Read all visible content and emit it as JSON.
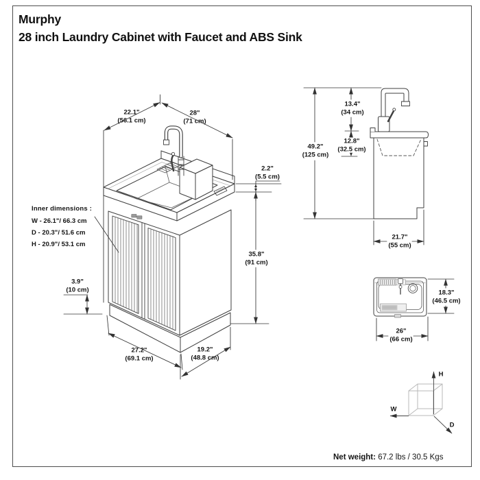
{
  "header": {
    "brand": "Murphy",
    "product": "28 inch Laundry Cabinet with Faucet and ABS Sink"
  },
  "front_view": {
    "dims": {
      "top_depth": {
        "in": "22.1\"",
        "cm": "(56.1 cm)"
      },
      "top_width": {
        "in": "28\"",
        "cm": "(71 cm)"
      },
      "counter_thickness": {
        "in": "2.2\"",
        "cm": "(5.5 cm)"
      },
      "body_height": {
        "in": "35.8\"",
        "cm": "(91 cm)"
      },
      "toe_kick_height": {
        "in": "3.9\"",
        "cm": "(10 cm)"
      },
      "base_width": {
        "in": "27.2\"",
        "cm": "(69.1 cm)"
      },
      "base_depth": {
        "in": "19.2\"",
        "cm": "(48.8 cm)"
      }
    },
    "inner_dimensions": {
      "title": "Inner dimensions :",
      "rows": [
        {
          "k": "W",
          "v": "- 26.1\"/ 66.3 cm"
        },
        {
          "k": "D",
          "v": "- 20.3\"/ 51.6 cm"
        },
        {
          "k": "H",
          "v": "- 20.9\"/ 53.1 cm"
        }
      ]
    }
  },
  "side_view": {
    "dims": {
      "faucet_height": {
        "in": "13.4\"",
        "cm": "(34 cm)"
      },
      "overall_height": {
        "in": "49.2\"",
        "cm": "(125 cm)"
      },
      "sink_depth": {
        "in": "12.8\"",
        "cm": "(32.5 cm)"
      },
      "overall_depth": {
        "in": "21.7\"",
        "cm": "(55 cm)"
      }
    }
  },
  "top_view": {
    "dims": {
      "sink_depth": {
        "in": "18.3\"",
        "cm": "(46.5 cm)"
      },
      "sink_width": {
        "in": "26\"",
        "cm": "(66 cm)"
      }
    }
  },
  "axis_cube": {
    "height_label": "H",
    "width_label": "W",
    "depth_label": "D"
  },
  "footer": {
    "net_weight_label": "Net weight:",
    "net_weight_value": "67.2 lbs / 30.5 Kgs"
  },
  "colors": {
    "line": "#3f3f3f",
    "dim_line": "#333333",
    "cube_edge": "#b9b9b9"
  }
}
